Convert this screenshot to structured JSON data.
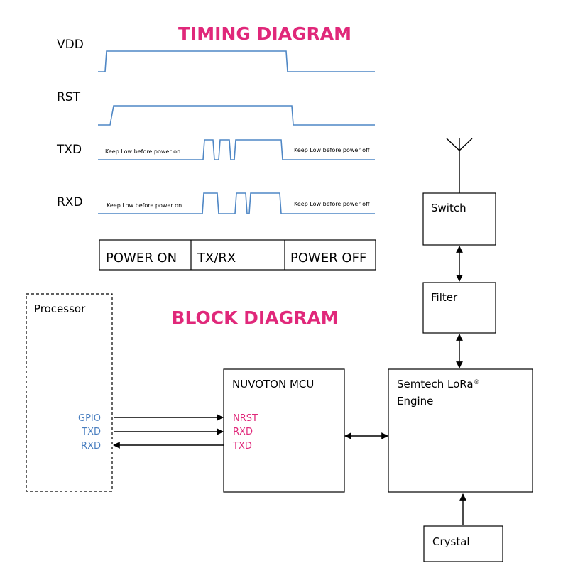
{
  "colors": {
    "title": "#e0287a",
    "wave": "#4f87c5",
    "pin_left": "#4a7fc0",
    "pin_right": "#e0287a",
    "line": "#000000"
  },
  "timing": {
    "title": "TIMING DIAGRAM",
    "signals": {
      "vdd": "VDD",
      "rst": "RST",
      "txd": "TXD",
      "rxd": "RXD"
    },
    "notes": {
      "txd_before": "Keep Low before power on",
      "txd_after": "Keep Low before power off",
      "rxd_before": "Keep Low before power on",
      "rxd_after": "Keep Low before power off"
    },
    "phases": [
      "POWER ON",
      "TX/RX",
      "POWER OFF"
    ]
  },
  "block": {
    "title": "BLOCK DIAGRAM",
    "processor": {
      "label": "Processor",
      "pins": [
        "GPIO",
        "TXD",
        "RXD"
      ]
    },
    "mcu": {
      "label": "NUVOTON MCU",
      "pins": [
        "NRST",
        "RXD",
        "TXD"
      ]
    },
    "lora": {
      "line1": "Semtech LoRa",
      "reg": "®",
      "line2": "Engine"
    },
    "switch": "Switch",
    "filter": "Filter",
    "crystal": "Crystal"
  }
}
